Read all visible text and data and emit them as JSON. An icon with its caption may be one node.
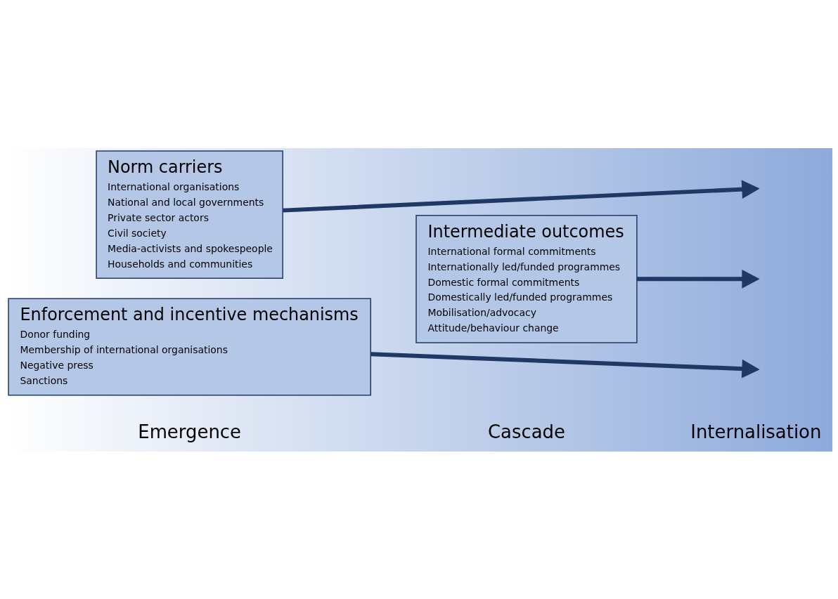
{
  "diagram": {
    "nodes": [
      {
        "text": [
          "Norm carriers",
          "International organisations",
          "National and local governments",
          "Private sector actors",
          "Civil society",
          "Media-activists and spokespeople",
          "Households and communities"
        ]
      },
      {
        "text": [
          "Enforcement and incentive mechanisms",
          "Donor funding",
          "Membership of international organisations",
          "Negative press",
          "Sanctions"
        ]
      },
      {
        "text": [
          "Intermediate outcomes",
          "International formal commitments",
          "Internationally led/funded programmes",
          "Domestic formal commitments",
          "Domestically led/funded programmes",
          "Mobilisation/advocacy",
          "Attitude/behaviour change"
        ]
      }
    ],
    "edges": [
      {
        "from": 0,
        "to": null,
        "arrow": "to"
      },
      {
        "from": 2,
        "to": null,
        "arrow": "to"
      },
      {
        "from": 1,
        "to": null,
        "arrow": "to"
      }
    ],
    "labels": [
      "Emergence",
      "Cascade",
      "Internalisation"
    ]
  }
}
